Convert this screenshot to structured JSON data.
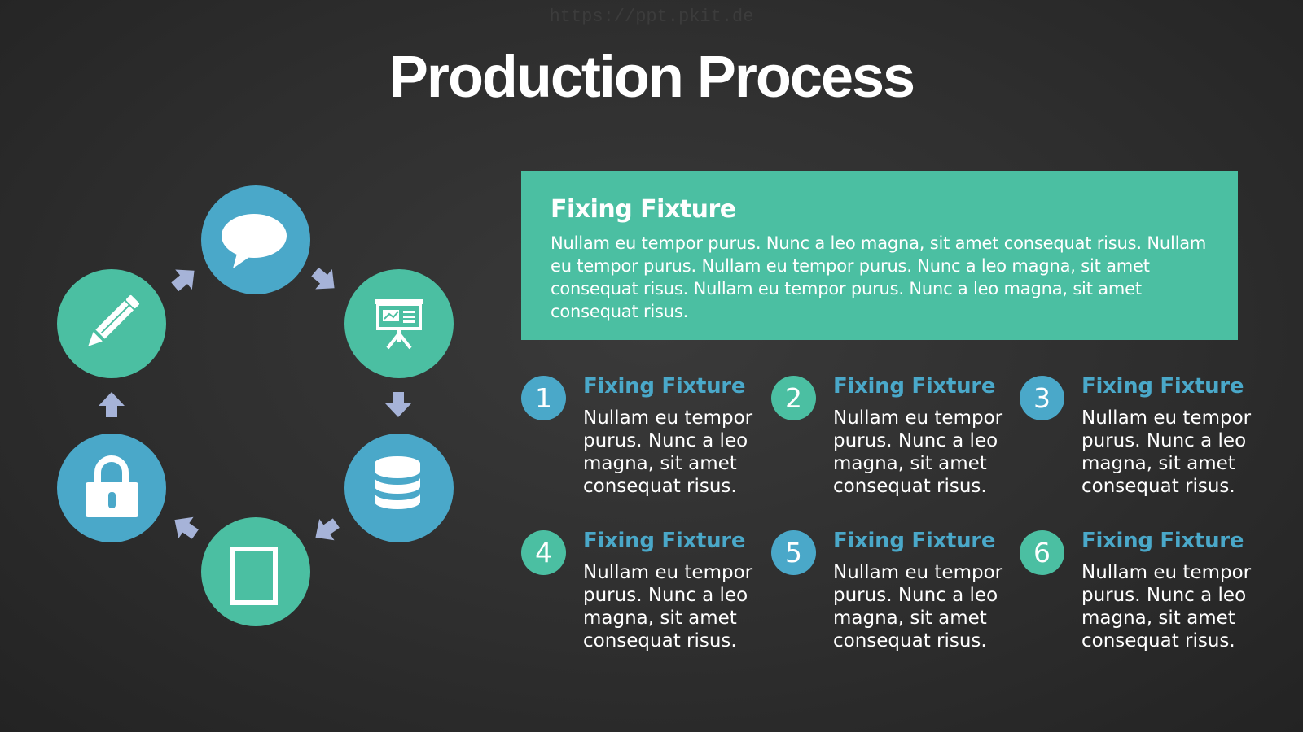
{
  "watermark": "https://ppt.pkit.de",
  "title": "Production Process",
  "colors": {
    "teal": "#4bbfa2",
    "blue": "#4aa8c9",
    "arrow": "#a6b3d8",
    "background": "#2e2e2e"
  },
  "cycle": {
    "nodes": [
      {
        "icon": "speech-bubble-icon",
        "color": "blue"
      },
      {
        "icon": "presentation-board-icon",
        "color": "teal"
      },
      {
        "icon": "database-icon",
        "color": "blue"
      },
      {
        "icon": "tablet-icon",
        "color": "teal"
      },
      {
        "icon": "padlock-icon",
        "color": "blue"
      },
      {
        "icon": "pencil-icon",
        "color": "teal"
      }
    ]
  },
  "banner": {
    "title": "Fixing Fixture",
    "text": "Nullam eu tempor purus. Nunc a leo magna, sit amet consequat risus. Nullam eu tempor purus. Nullam eu tempor purus. Nunc a leo magna, sit amet consequat risus. Nullam eu tempor purus. Nunc a leo magna, sit amet consequat risus."
  },
  "steps": [
    {
      "number": "1",
      "title": "Fixing Fixture",
      "text": "Nullam eu tempor purus. Nunc a leo magna, sit amet consequat risus."
    },
    {
      "number": "2",
      "title": "Fixing Fixture",
      "text": "Nullam eu tempor purus. Nunc a leo magna, sit amet consequat risus."
    },
    {
      "number": "3",
      "title": "Fixing Fixture",
      "text": "Nullam eu tempor purus. Nunc a leo magna, sit amet consequat risus."
    },
    {
      "number": "4",
      "title": "Fixing Fixture",
      "text": "Nullam eu tempor purus. Nunc a leo magna, sit amet consequat risus."
    },
    {
      "number": "5",
      "title": "Fixing Fixture",
      "text": "Nullam eu tempor purus. Nunc a leo magna, sit amet consequat risus."
    },
    {
      "number": "6",
      "title": "Fixing Fixture",
      "text": "Nullam eu tempor purus. Nunc a leo magna, sit amet consequat risus."
    }
  ]
}
